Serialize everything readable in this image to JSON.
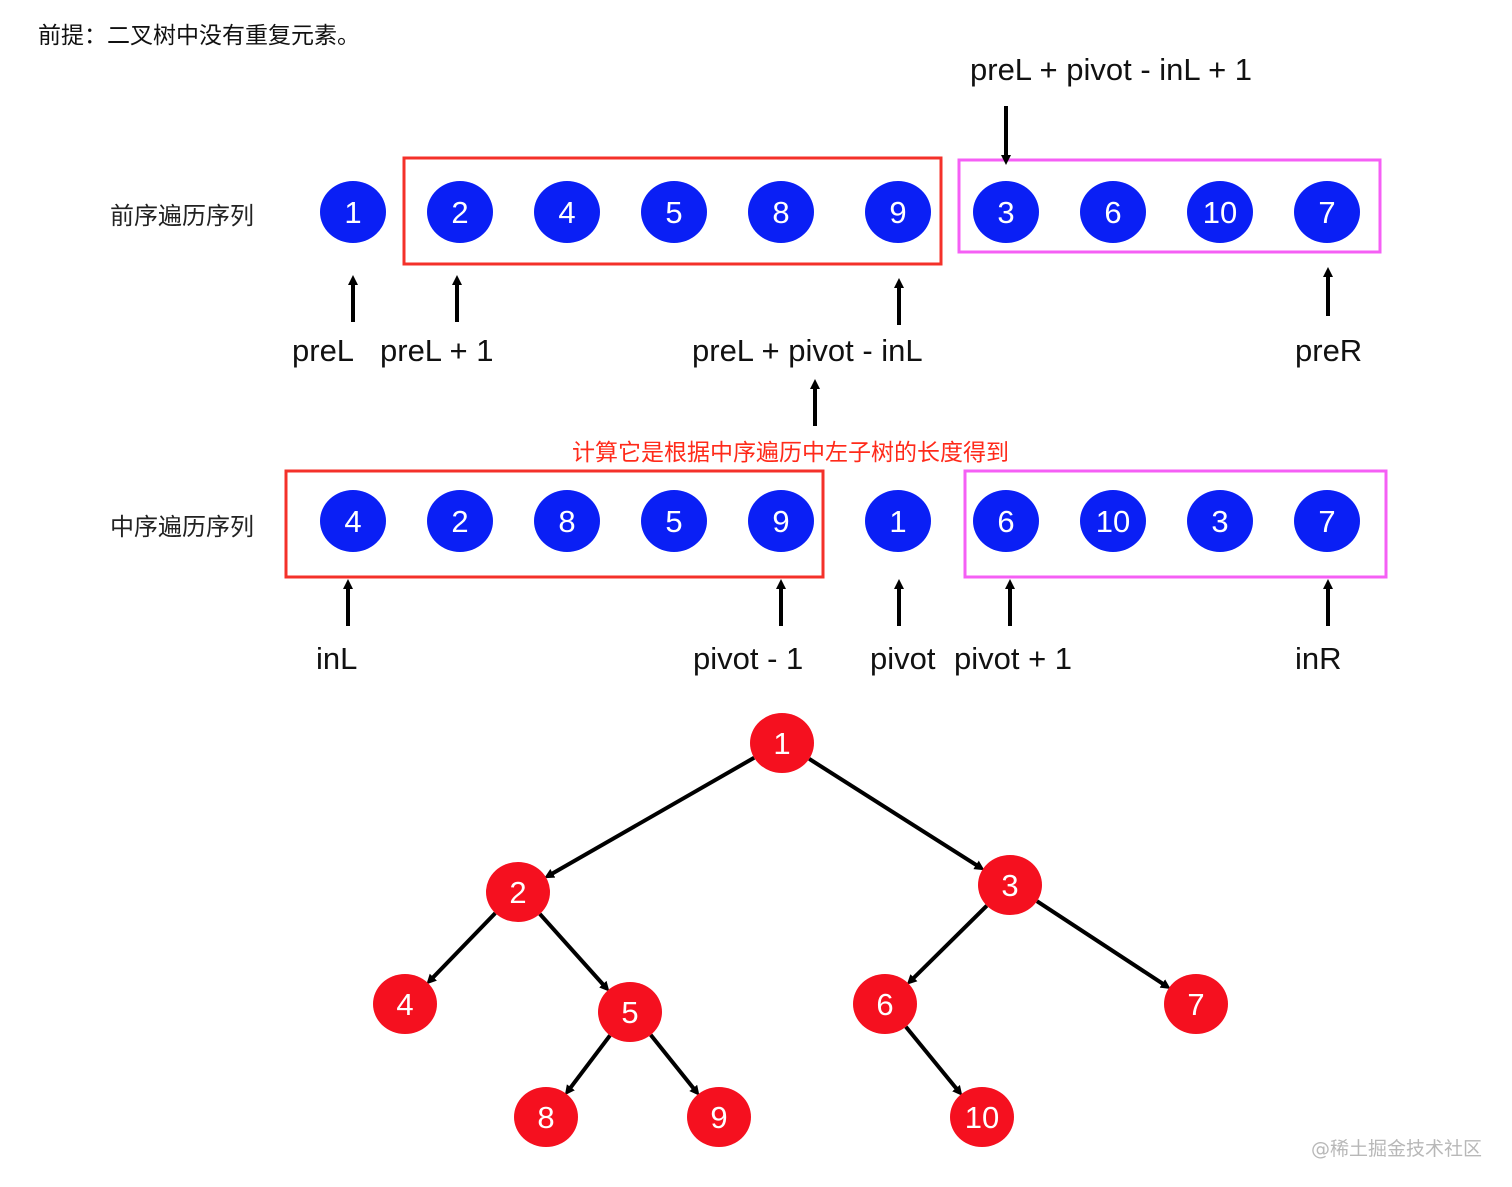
{
  "premise": "前提：二叉树中没有重复元素。",
  "watermark": "@稀土掘金技术社区",
  "colors": {
    "seq_node": "#0a1ff5",
    "tree_node": "#f5101f",
    "left_box": "#f4312a",
    "right_box": "#f55ff5",
    "note": "#ff2a1a",
    "arrow": "#000000"
  },
  "preorder": {
    "label": "前序遍历序列",
    "root": "1",
    "left_subtree": [
      "2",
      "4",
      "5",
      "8",
      "9"
    ],
    "right_subtree": [
      "3",
      "6",
      "10",
      "7"
    ],
    "pointers": {
      "preL": "preL",
      "preL_plus_1": "preL + 1",
      "left_end": "preL + pivot - inL",
      "right_start": "preL + pivot - inL + 1",
      "preR": "preR"
    }
  },
  "note": "计算它是根据中序遍历中左子树的长度得到",
  "inorder": {
    "label": "中序遍历序列",
    "left_subtree": [
      "4",
      "2",
      "8",
      "5",
      "9"
    ],
    "root": "1",
    "right_subtree": [
      "6",
      "10",
      "3",
      "7"
    ],
    "pointers": {
      "inL": "inL",
      "pivot_minus_1": "pivot - 1",
      "pivot": "pivot",
      "pivot_plus_1": "pivot + 1",
      "inR": "inR"
    }
  },
  "tree": {
    "nodes": [
      {
        "id": "1",
        "label": "1"
      },
      {
        "id": "2",
        "label": "2"
      },
      {
        "id": "3",
        "label": "3"
      },
      {
        "id": "4",
        "label": "4"
      },
      {
        "id": "5",
        "label": "5"
      },
      {
        "id": "6",
        "label": "6"
      },
      {
        "id": "7",
        "label": "7"
      },
      {
        "id": "8",
        "label": "8"
      },
      {
        "id": "9",
        "label": "9"
      },
      {
        "id": "10",
        "label": "10"
      }
    ],
    "edges": [
      [
        "1",
        "2"
      ],
      [
        "1",
        "3"
      ],
      [
        "2",
        "4"
      ],
      [
        "2",
        "5"
      ],
      [
        "5",
        "8"
      ],
      [
        "5",
        "9"
      ],
      [
        "3",
        "6"
      ],
      [
        "3",
        "7"
      ],
      [
        "6",
        "10"
      ]
    ]
  }
}
